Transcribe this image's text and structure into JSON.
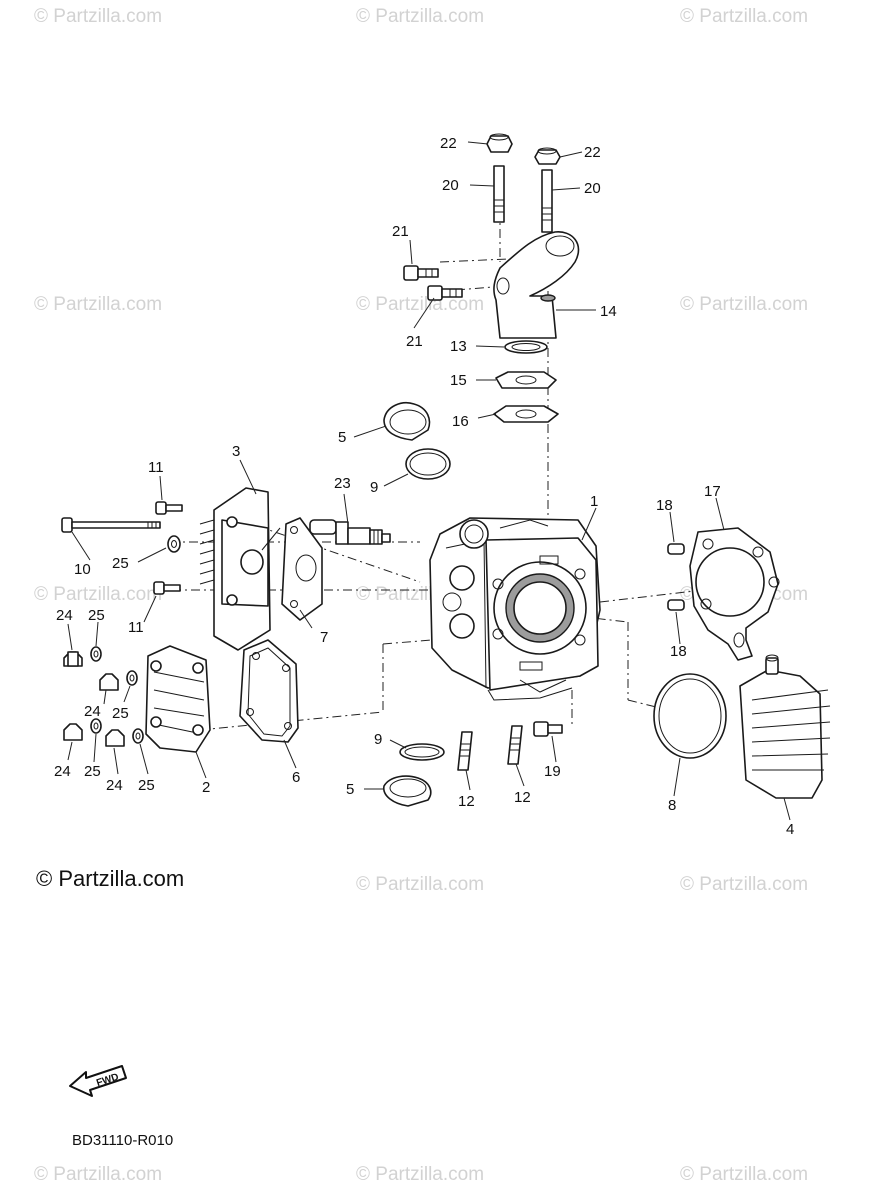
{
  "watermark": "© Partzilla.com",
  "copyright": "© Partzilla.com",
  "diagram_code": "BD31110-R010",
  "fwd_label": "FWD",
  "callouts": {
    "c1": "1",
    "c2": "2",
    "c3": "3",
    "c4": "4",
    "c5a": "5",
    "c5b": "5",
    "c6": "6",
    "c7": "7",
    "c8": "8",
    "c9a": "9",
    "c9b": "9",
    "c10": "10",
    "c11a": "11",
    "c11b": "11",
    "c12a": "12",
    "c12b": "12",
    "c13": "13",
    "c14": "14",
    "c15": "15",
    "c16": "16",
    "c17": "17",
    "c18a": "18",
    "c18b": "18",
    "c19": "19",
    "c20a": "20",
    "c20b": "20",
    "c21a": "21",
    "c21b": "21",
    "c22a": "22",
    "c22b": "22",
    "c23": "23",
    "c24a": "24",
    "c24b": "24",
    "c24c": "24",
    "c24d": "24",
    "c25a": "25",
    "c25b": "25",
    "c25c": "25",
    "c25d": "25",
    "c25e": "25"
  }
}
